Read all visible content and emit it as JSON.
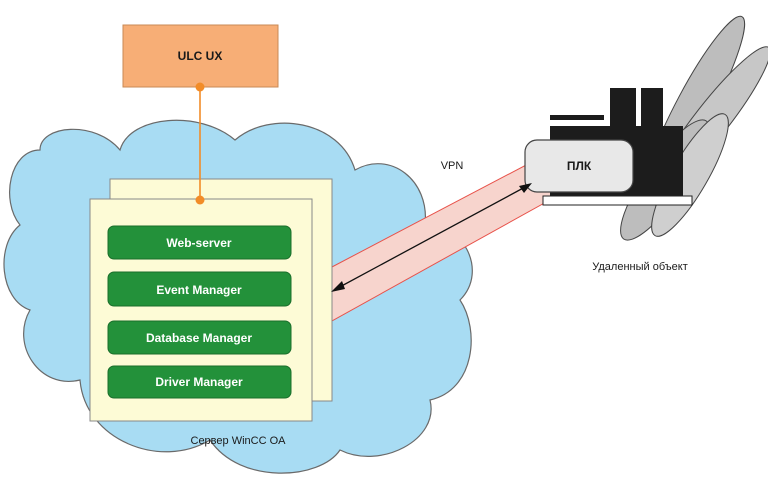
{
  "labels": {
    "ulc": "ULC UX",
    "server": "Сервер WinCC OA",
    "vpn": "VPN",
    "plc": "ПЛК",
    "remote": "Удаленный объект"
  },
  "managers": [
    "Web-server",
    "Event Manager",
    "Database Manager",
    "Driver Manager"
  ],
  "colors": {
    "cloud": "#a8dcf3",
    "cloud_outline": "#6a6a6a",
    "server_panel": "#fdfbd6",
    "manager_bar": "#23913a",
    "ulc_box": "#f7ae76",
    "connector": "#f28c28",
    "vpn_tunnel": "#f7d4cd",
    "vpn_border": "#e8524a",
    "plc_body": "#e8e8e8",
    "machine": "#1c1c1c",
    "fan": "#bdbdbd"
  }
}
